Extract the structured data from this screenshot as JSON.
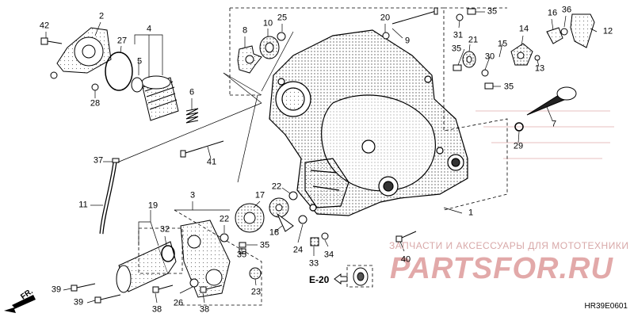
{
  "diagram": {
    "callouts": [
      {
        "id": "42",
        "text": "42"
      },
      {
        "id": "2",
        "text": "2"
      },
      {
        "id": "27",
        "text": "27"
      },
      {
        "id": "4",
        "text": "4"
      },
      {
        "id": "5",
        "text": "5"
      },
      {
        "id": "6",
        "text": "6"
      },
      {
        "id": "28",
        "text": "28"
      },
      {
        "id": "8",
        "text": "8"
      },
      {
        "id": "10",
        "text": "10"
      },
      {
        "id": "25",
        "text": "25"
      },
      {
        "id": "20",
        "text": "20"
      },
      {
        "id": "9",
        "text": "9"
      },
      {
        "id": "35a",
        "text": "35"
      },
      {
        "id": "31",
        "text": "31"
      },
      {
        "id": "21",
        "text": "21"
      },
      {
        "id": "35b",
        "text": "35"
      },
      {
        "id": "30",
        "text": "30"
      },
      {
        "id": "15",
        "text": "15"
      },
      {
        "id": "35c",
        "text": "35"
      },
      {
        "id": "14",
        "text": "14"
      },
      {
        "id": "16",
        "text": "16"
      },
      {
        "id": "36",
        "text": "36"
      },
      {
        "id": "12",
        "text": "12"
      },
      {
        "id": "13",
        "text": "13"
      },
      {
        "id": "7",
        "text": "7"
      },
      {
        "id": "29",
        "text": "29"
      },
      {
        "id": "41",
        "text": "41"
      },
      {
        "id": "37",
        "text": "37"
      },
      {
        "id": "11",
        "text": "11"
      },
      {
        "id": "19",
        "text": "19"
      },
      {
        "id": "32",
        "text": "32"
      },
      {
        "id": "3",
        "text": "3"
      },
      {
        "id": "22a",
        "text": "22"
      },
      {
        "id": "17",
        "text": "17"
      },
      {
        "id": "22b",
        "text": "22"
      },
      {
        "id": "26",
        "text": "26"
      },
      {
        "id": "18",
        "text": "18"
      },
      {
        "id": "24",
        "text": "24"
      },
      {
        "id": "33",
        "text": "33"
      },
      {
        "id": "34",
        "text": "34"
      },
      {
        "id": "35d",
        "text": "35"
      },
      {
        "id": "35e",
        "text": "35"
      },
      {
        "id": "1",
        "text": "1"
      },
      {
        "id": "40",
        "text": "40"
      },
      {
        "id": "23",
        "text": "23"
      },
      {
        "id": "39a",
        "text": "39"
      },
      {
        "id": "39b",
        "text": "39"
      },
      {
        "id": "26b",
        "text": "26"
      },
      {
        "id": "38a",
        "text": "38"
      },
      {
        "id": "38b",
        "text": "38"
      }
    ],
    "reference_label": "E-20",
    "direction_label": "FR.",
    "diagram_code": "HR39E0601"
  },
  "watermark": {
    "subtitle": "ЗАПЧАСТИ И АКСЕССУАРЫ ДЛЯ МОТОТЕХНИКИ",
    "logo_text": "PARTSFOR.RU",
    "color": "#e2a9a9"
  }
}
